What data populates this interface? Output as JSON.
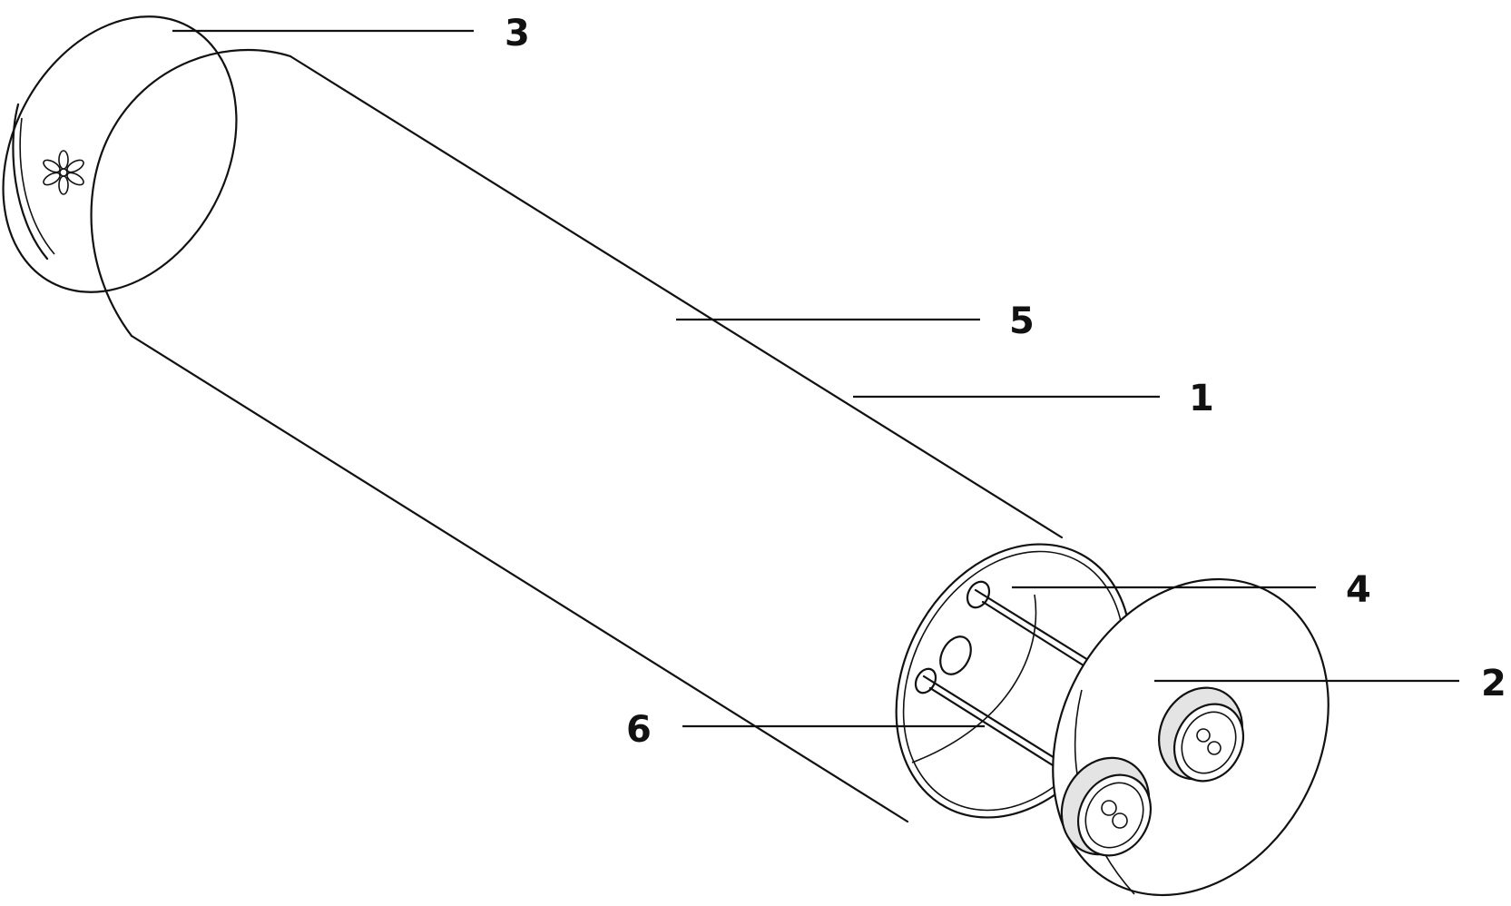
{
  "callouts": [
    {
      "id": "c1",
      "label": "1"
    },
    {
      "id": "c2",
      "label": "2"
    },
    {
      "id": "c3",
      "label": "3"
    },
    {
      "id": "c4",
      "label": "4"
    },
    {
      "id": "c5",
      "label": "5"
    },
    {
      "id": "c6",
      "label": "6"
    }
  ],
  "colors": {
    "line": "#111111",
    "background": "#ffffff",
    "port_fill": "#e4e4e4"
  }
}
